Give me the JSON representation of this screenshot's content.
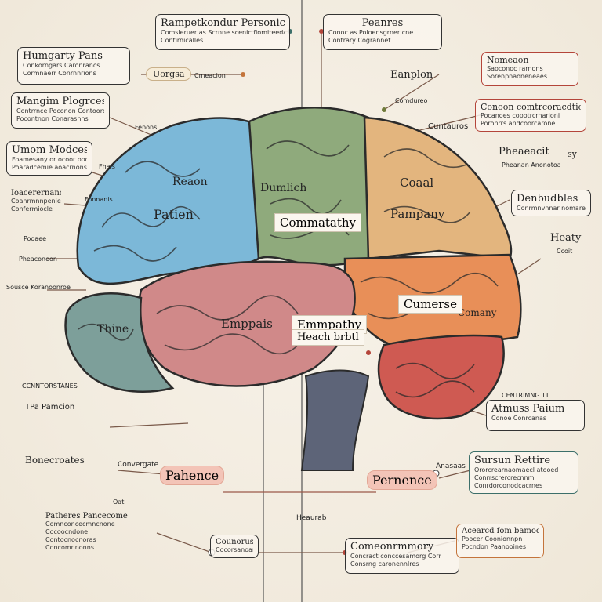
{
  "callouts": [
    {
      "id": "top-center",
      "title": "Rampetkondur Personic",
      "lines": [
        "Comsleruer as Scrnne scenic fiomiteedaal",
        "Contirnicalles"
      ],
      "color": "dark"
    },
    {
      "id": "top-right",
      "title": "Peanres",
      "lines": [
        "Conoc as Poloensgrner cne",
        "Contrary Cogrannet"
      ],
      "color": "dark"
    },
    {
      "id": "left-1",
      "title": "Humgarty Pans",
      "lines": [
        "Conkorngars Caronrancs",
        "Cormnaerr Conrnnrions"
      ],
      "color": "dark"
    },
    {
      "id": "left-2",
      "title": "Mangim Plogrces",
      "lines": [
        "Contrrnce Poconon Contoorcs",
        "Pocontnon Conarasnns"
      ],
      "color": "dark"
    },
    {
      "id": "left-3",
      "title": "Umom Modces",
      "lines": [
        "Foamesany or ocoor ood",
        "Poaradcemie aoacrnons"
      ],
      "color": "dark"
    },
    {
      "id": "left-4",
      "title": "Ioacerernance",
      "lines": [
        "Coanrmnnpenien",
        "Confermiocle"
      ],
      "color": "dark"
    },
    {
      "id": "right-1",
      "title": "Conoon comtrcoracdtion",
      "lines": [
        "Pocanoes copotrcrnarioni",
        "Poronrrs andcoorcarone"
      ],
      "color": "red"
    },
    {
      "id": "right-2",
      "title": "Denbudbles",
      "lines": [
        "Conrmnvnnar nomarenes"
      ],
      "color": "dark"
    },
    {
      "id": "right-3",
      "title": "Atmuss Paium",
      "lines": [
        "Conoe Conrcanas"
      ],
      "color": "dark"
    },
    {
      "id": "right-4",
      "title": "Sursun Rettire",
      "lines": [
        "Ororcrearnaomaecl atooed",
        "Conrrscrercrecnnm",
        "Conrdorconodcacrnes"
      ],
      "color": "teal"
    },
    {
      "id": "bottom-left",
      "title": "Patheres Pancecome",
      "lines": [
        "Comnconcecmncnone",
        "Cocoocndone",
        "Contocnocnoras",
        "Concomnnonns"
      ],
      "color": "dark"
    },
    {
      "id": "bottom-center",
      "title": "Counoruss",
      "lines": [
        "Cocorsanoanos"
      ],
      "color": "dark"
    },
    {
      "id": "bottom-center-right",
      "title": "Comeonrmmory",
      "lines": [
        "Concract conccesamorg Corr",
        "Consrng caronennlres"
      ],
      "color": "dark"
    },
    {
      "id": "bottom-right",
      "title": "Acearcd fom bamoorest",
      "lines": [
        "Poocer Coonionnpn",
        "Pocndon Paanooines"
      ],
      "color": "orange"
    },
    {
      "id": "right-small",
      "title": "Nomeaon",
      "lines": [
        "Saoconoc rarnons",
        "Sorenpnaoneneaes"
      ],
      "color": "red"
    }
  ],
  "tags": [
    {
      "id": "uorgsa",
      "text": "Uorgsa"
    },
    {
      "id": "cmeacion",
      "text": "Cmeacion"
    },
    {
      "id": "eanplon",
      "text": "Eanplon"
    },
    {
      "id": "cuntauros",
      "text": "Cuntauros"
    },
    {
      "id": "comdureo",
      "text": "Comdureo"
    },
    {
      "id": "pheaeacit",
      "text": "Pheaeacit"
    },
    {
      "id": "sy",
      "text": "sy"
    },
    {
      "id": "pheanan-anonotoa",
      "text": "Pheanan Anonotoa"
    },
    {
      "id": "heaty",
      "text": "Heaty"
    },
    {
      "id": "ccoit",
      "text": "Ccoit"
    },
    {
      "id": "fenons",
      "text": "Fenons"
    },
    {
      "id": "fhals",
      "text": "Fhals"
    },
    {
      "id": "fonnanis",
      "text": "Fonnanis"
    },
    {
      "id": "pheaconeon",
      "text": "Pheaconeon"
    },
    {
      "id": "pooaee",
      "text": "Pooaee"
    },
    {
      "id": "sousce-koranoonroe",
      "text": "Sousce Koranoonroe"
    },
    {
      "id": "convergate",
      "text": "Convergate"
    },
    {
      "id": "oat",
      "text": "Oat"
    },
    {
      "id": "anasaas",
      "text": "Anasaas"
    },
    {
      "id": "ccnntorstanes",
      "text": "CCNNTORSTANES"
    },
    {
      "id": "centrimng",
      "text": "CENTRIMNG TT"
    },
    {
      "id": "heaurab",
      "text": "Heaurab"
    },
    {
      "id": "bonecroates",
      "text": "Bonecroates"
    },
    {
      "id": "tpa-pamcion",
      "text": "TPa Pamcion"
    }
  ],
  "regions": [
    {
      "id": "reaon",
      "text": "Reaon"
    },
    {
      "id": "patien",
      "text": "Patien"
    },
    {
      "id": "dumlich",
      "text": "Dumlich"
    },
    {
      "id": "coaal",
      "text": "Coaal"
    },
    {
      "id": "pampany",
      "text": "Pampany"
    },
    {
      "id": "thine",
      "text": "Thine"
    },
    {
      "id": "emppais",
      "text": "Emppais"
    },
    {
      "id": "comay",
      "text": "Comany"
    }
  ],
  "boxed": [
    {
      "id": "commatathy",
      "text": "Commatathy"
    },
    {
      "id": "empathy",
      "text": "Emmpathy"
    },
    {
      "id": "heach",
      "text": "Heach brbtl"
    },
    {
      "id": "cumerse",
      "text": "Cumerse"
    },
    {
      "id": "patience-left",
      "text": "Pahence"
    },
    {
      "id": "patience-right",
      "text": "Pernence"
    }
  ],
  "colors": {
    "frontal": "#7cb8d8",
    "parietal": "#8faa7c",
    "occipital": "#e3b57e",
    "temporal": "#d08989",
    "cerebellum": "#cf5a52",
    "orange_lobe": "#e88f58",
    "teal_lobe": "#7d9f9a",
    "stem": "#5d6478"
  }
}
